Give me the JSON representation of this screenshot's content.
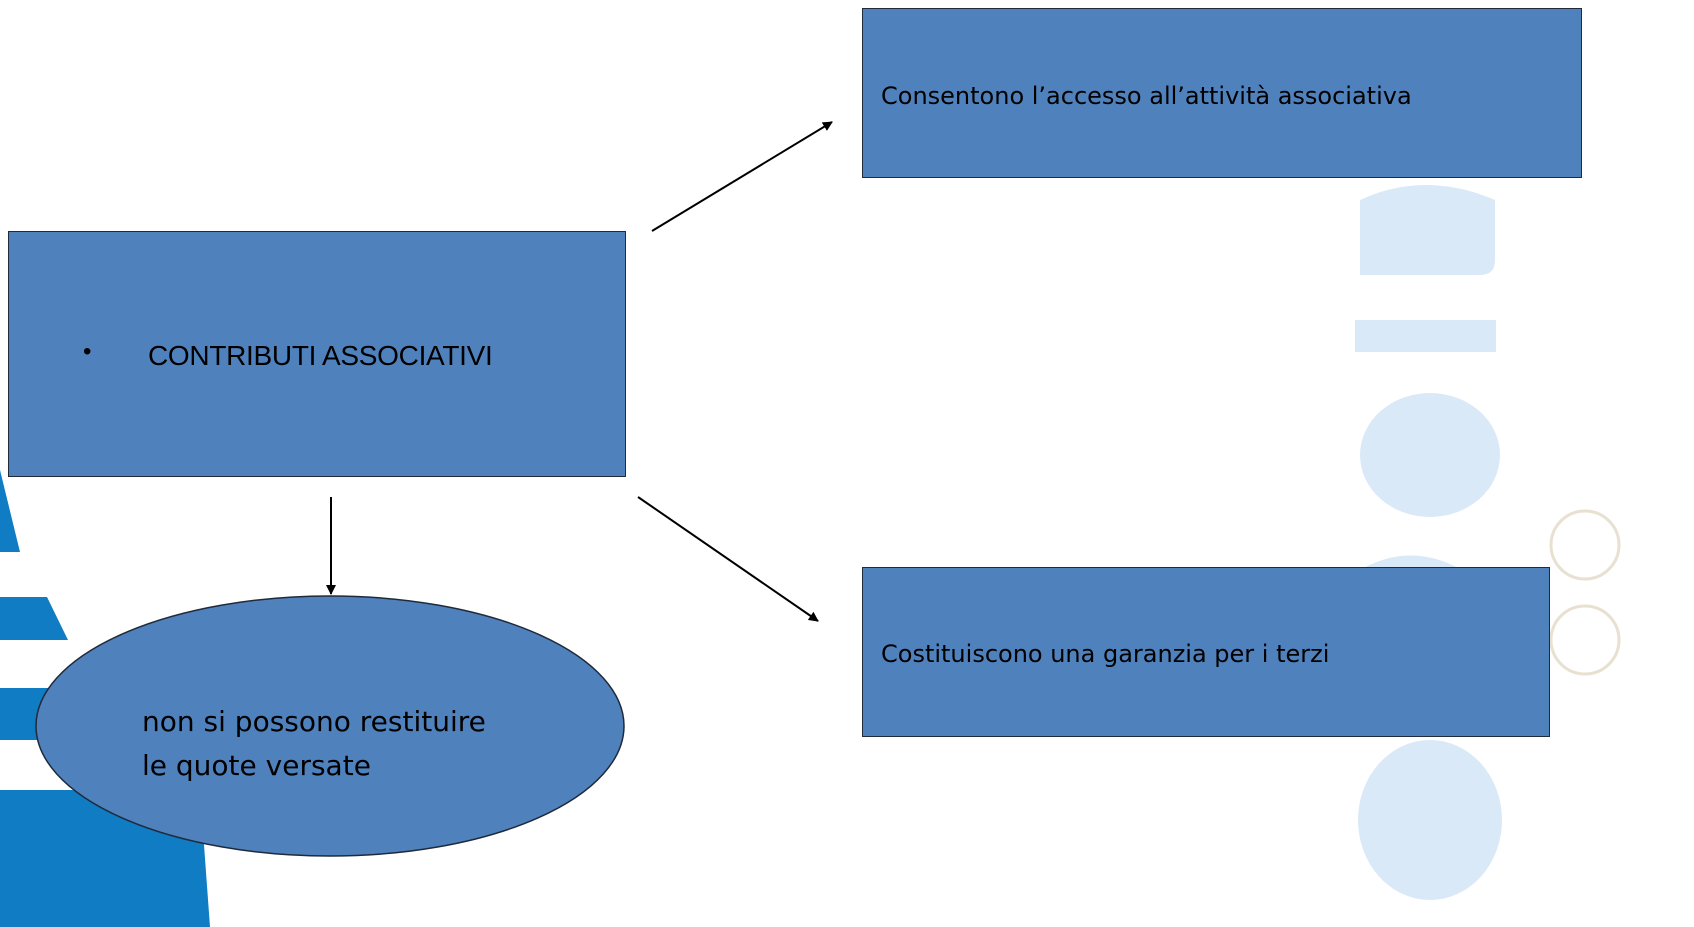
{
  "diagram": {
    "main_box": {
      "bullet": "•",
      "label": "CONTRIBUTI ASSOCIATIVI"
    },
    "top_right_box": {
      "label": "Consentono l’accesso all’attività associativa"
    },
    "bottom_right_box": {
      "label": "Costituiscono una garanzia per i terzi"
    },
    "ellipse": {
      "line1": "non si possono restituire",
      "line2": "le quote versate"
    }
  },
  "colors": {
    "shape_fill": "#4f81bd",
    "shape_border": "#1f2a3a",
    "text": "#000000",
    "watermark_blue": "#d9e9f7",
    "watermark_left": "#0f7cc4"
  }
}
